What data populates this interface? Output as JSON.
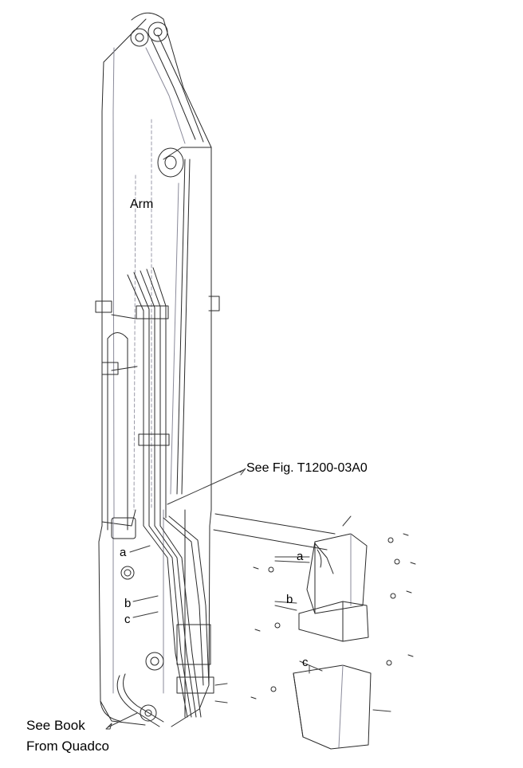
{
  "labels": {
    "arm": "Arm",
    "see_fig": "See Fig. T1200-03A0",
    "see_book_line1": "See Book",
    "see_book_line2": "From Quadco",
    "ref_a": "a",
    "ref_b": "b",
    "ref_c": "c"
  },
  "colors": {
    "line": "#2a2a2a",
    "hidden_line": "#9a9aa8",
    "background": "#ffffff"
  }
}
